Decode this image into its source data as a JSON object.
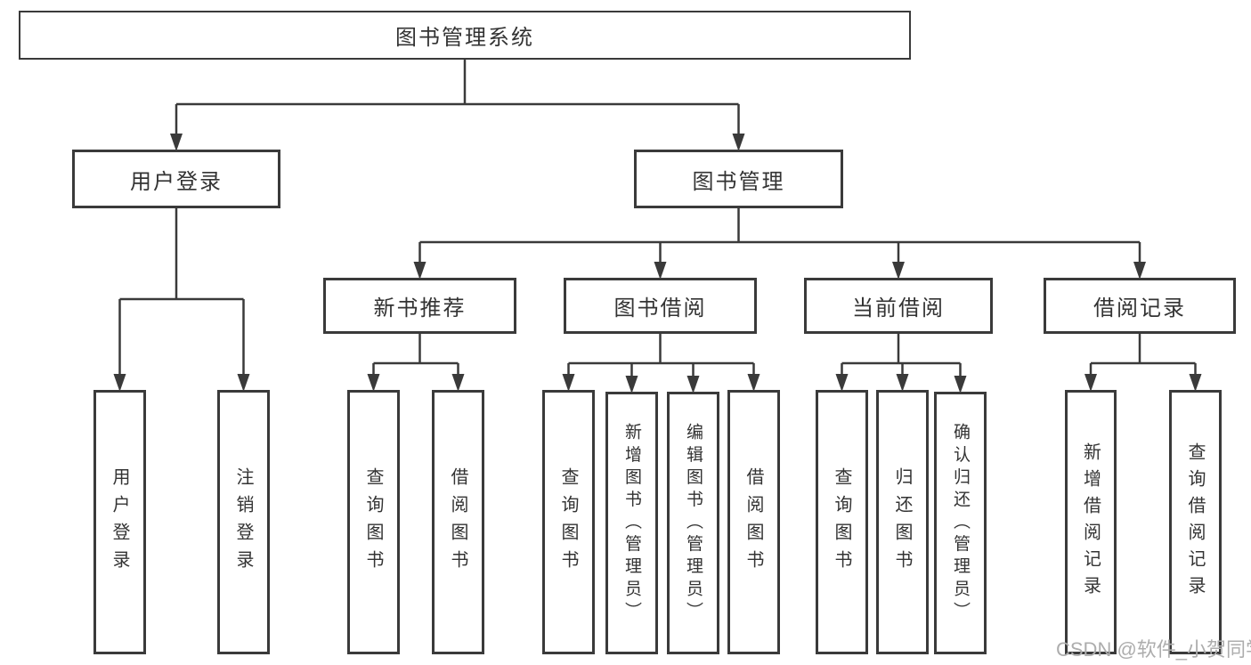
{
  "diagram": {
    "type": "hierarchy-tree",
    "title": "图书管理系统",
    "watermark": "CSDN @软件_小贺同学",
    "colors": {
      "line": "#3a3a3a",
      "box_border": "#3a3a3a",
      "text": "#333333",
      "background": "#ffffff",
      "watermark": "#adadad"
    },
    "nodes": [
      {
        "id": "root",
        "label": "图书管理系统",
        "level": 1,
        "parent": null
      },
      {
        "id": "user-login-group",
        "label": "用户登录",
        "level": 2,
        "parent": "root"
      },
      {
        "id": "book-mgmt",
        "label": "图书管理",
        "level": 2,
        "parent": "root"
      },
      {
        "id": "new-book-rec",
        "label": "新书推荐",
        "level": 3,
        "parent": "book-mgmt"
      },
      {
        "id": "book-borrow",
        "label": "图书借阅",
        "level": 3,
        "parent": "book-mgmt"
      },
      {
        "id": "current-borrow",
        "label": "当前借阅",
        "level": 3,
        "parent": "book-mgmt"
      },
      {
        "id": "borrow-record",
        "label": "借阅记录",
        "level": 3,
        "parent": "book-mgmt"
      },
      {
        "id": "leaf-user-login",
        "label": "用户登录",
        "level": 4,
        "parent": "user-login-group"
      },
      {
        "id": "leaf-logout",
        "label": "注销登录",
        "level": 4,
        "parent": "user-login-group"
      },
      {
        "id": "leaf-rec-query",
        "label": "查询图书",
        "level": 4,
        "parent": "new-book-rec"
      },
      {
        "id": "leaf-rec-borrow",
        "label": "借阅图书",
        "level": 4,
        "parent": "new-book-rec"
      },
      {
        "id": "leaf-bb-query",
        "label": "查询图书",
        "level": 4,
        "parent": "book-borrow"
      },
      {
        "id": "leaf-bb-add",
        "label": "新增图书（管理员）",
        "level": 4,
        "parent": "book-borrow"
      },
      {
        "id": "leaf-bb-edit",
        "label": "编辑图书（管理员）",
        "level": 4,
        "parent": "book-borrow"
      },
      {
        "id": "leaf-bb-borrow",
        "label": "借阅图书",
        "level": 4,
        "parent": "book-borrow"
      },
      {
        "id": "leaf-cb-query",
        "label": "查询图书",
        "level": 4,
        "parent": "current-borrow"
      },
      {
        "id": "leaf-cb-return",
        "label": "归还图书",
        "level": 4,
        "parent": "current-borrow"
      },
      {
        "id": "leaf-cb-confirm",
        "label": "确认归还（管理员）",
        "level": 4,
        "parent": "current-borrow"
      },
      {
        "id": "leaf-br-add",
        "label": "新增借阅记录",
        "level": 4,
        "parent": "borrow-record"
      },
      {
        "id": "leaf-br-query",
        "label": "查询借阅记录",
        "level": 4,
        "parent": "borrow-record"
      }
    ]
  }
}
